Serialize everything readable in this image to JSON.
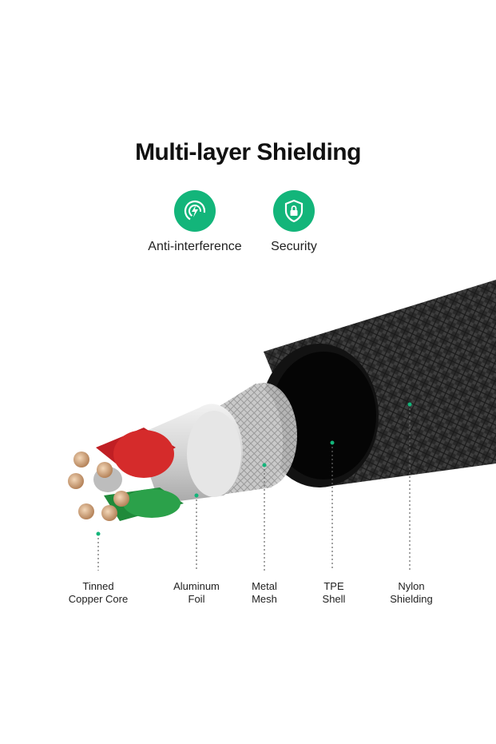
{
  "title": "Multi-layer Shielding",
  "features": [
    {
      "label": "Anti-interference",
      "icon": "signal-bolt-icon"
    },
    {
      "label": "Security",
      "icon": "shield-lock-icon"
    }
  ],
  "accent_color": "#13b57a",
  "layers": [
    {
      "line1": "Tinned",
      "line2": "Copper Core"
    },
    {
      "line1": "Aluminum",
      "line2": "Foil"
    },
    {
      "line1": "Metal",
      "line2": "Mesh"
    },
    {
      "line1": "TPE",
      "line2": "Shell"
    },
    {
      "line1": "Nylon",
      "line2": "Shielding"
    }
  ]
}
